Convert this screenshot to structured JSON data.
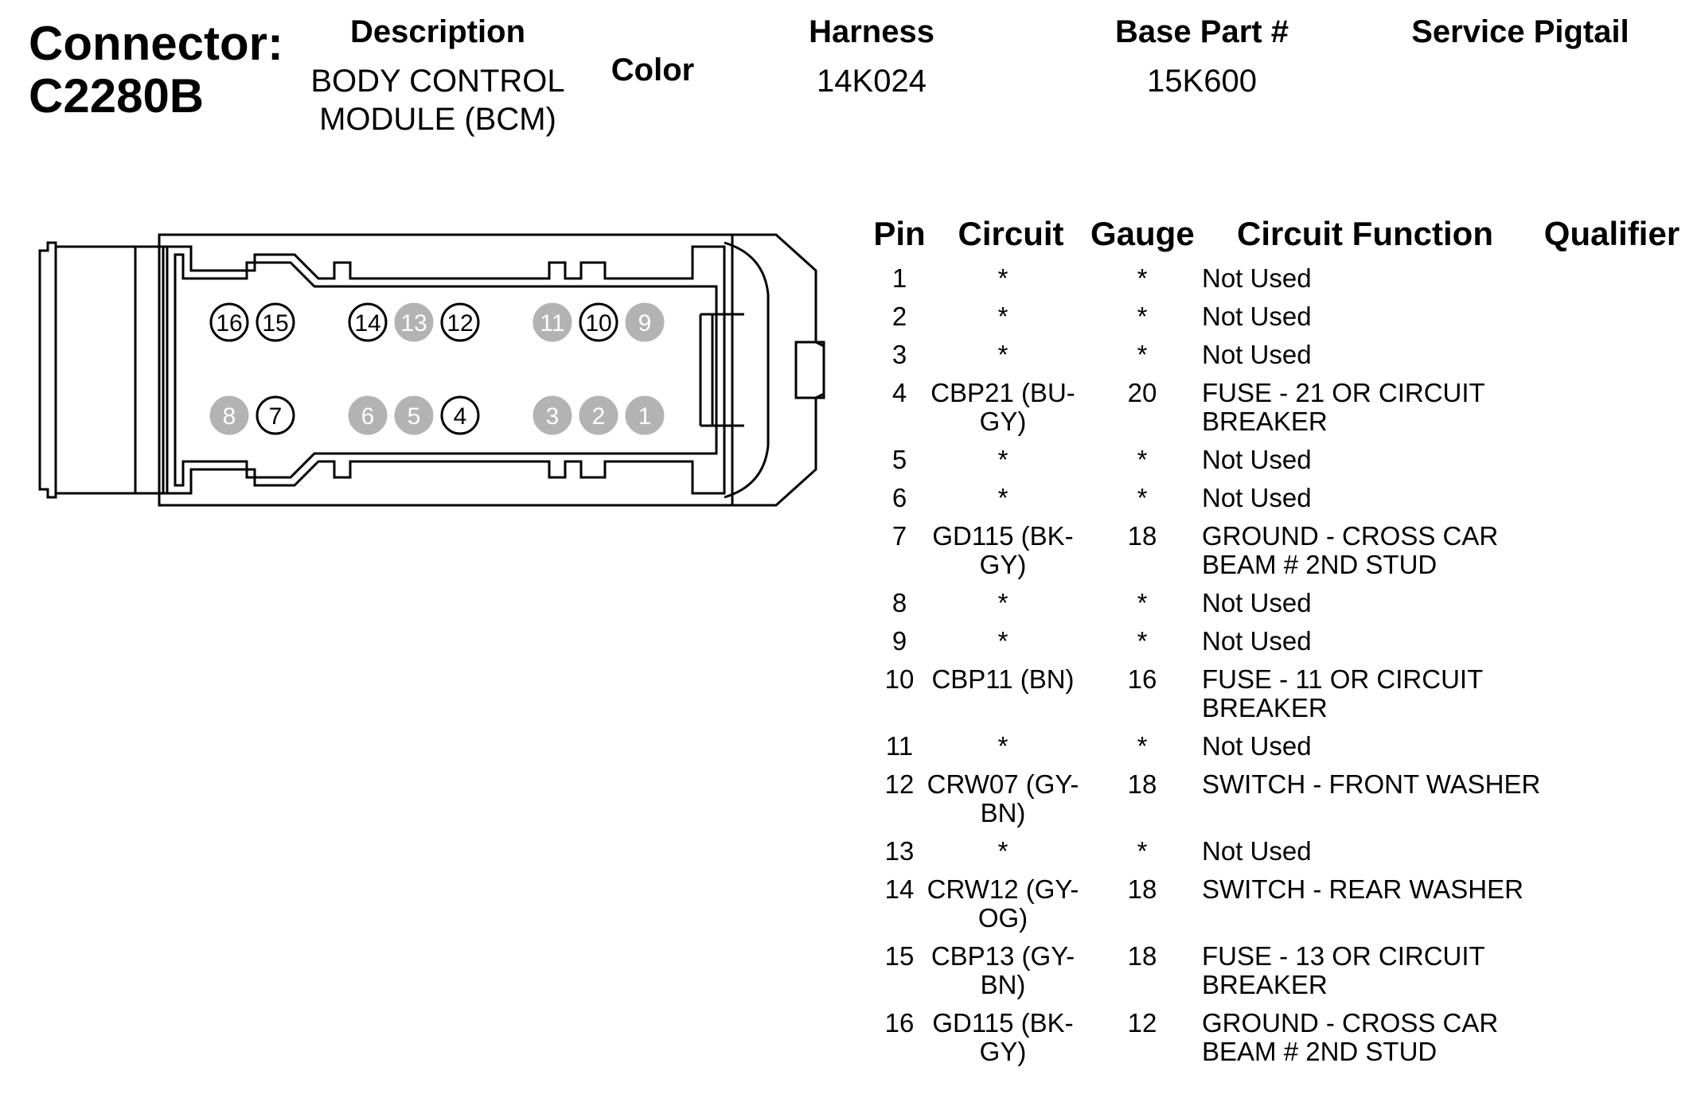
{
  "header": {
    "connector_label": "Connector:",
    "connector_id": "C2280B",
    "description_label": "Description",
    "description_value": "BODY CONTROL MODULE (BCM)",
    "color_label": "Color",
    "harness_label": "Harness",
    "harness_value": "14K024",
    "base_part_label": "Base Part #",
    "base_part_value": "15K600",
    "service_pigtail_label": "Service Pigtail"
  },
  "table": {
    "headers": [
      "Pin",
      "Circuit",
      "Gauge",
      "Circuit Function",
      "Qualifier"
    ],
    "rows": [
      {
        "pin": "1",
        "circuit": "*",
        "gauge": "*",
        "function": "Not Used",
        "qualifier": ""
      },
      {
        "pin": "2",
        "circuit": "*",
        "gauge": "*",
        "function": "Not Used",
        "qualifier": ""
      },
      {
        "pin": "3",
        "circuit": "*",
        "gauge": "*",
        "function": "Not Used",
        "qualifier": ""
      },
      {
        "pin": "4",
        "circuit": "CBP21 (BU-GY)",
        "gauge": "20",
        "function": "FUSE - 21 OR CIRCUIT BREAKER",
        "qualifier": ""
      },
      {
        "pin": "5",
        "circuit": "*",
        "gauge": "*",
        "function": "Not Used",
        "qualifier": ""
      },
      {
        "pin": "6",
        "circuit": "*",
        "gauge": "*",
        "function": "Not Used",
        "qualifier": ""
      },
      {
        "pin": "7",
        "circuit": "GD115 (BK-GY)",
        "gauge": "18",
        "function": "GROUND - CROSS CAR BEAM # 2ND STUD",
        "qualifier": ""
      },
      {
        "pin": "8",
        "circuit": "*",
        "gauge": "*",
        "function": "Not Used",
        "qualifier": ""
      },
      {
        "pin": "9",
        "circuit": "*",
        "gauge": "*",
        "function": "Not Used",
        "qualifier": ""
      },
      {
        "pin": "10",
        "circuit": "CBP11 (BN)",
        "gauge": "16",
        "function": "FUSE - 11 OR CIRCUIT BREAKER",
        "qualifier": ""
      },
      {
        "pin": "11",
        "circuit": "*",
        "gauge": "*",
        "function": "Not Used",
        "qualifier": ""
      },
      {
        "pin": "12",
        "circuit": "CRW07 (GY-BN)",
        "gauge": "18",
        "function": "SWITCH - FRONT WASHER",
        "qualifier": ""
      },
      {
        "pin": "13",
        "circuit": "*",
        "gauge": "*",
        "function": "Not Used",
        "qualifier": ""
      },
      {
        "pin": "14",
        "circuit": "CRW12 (GY-OG)",
        "gauge": "18",
        "function": "SWITCH - REAR WASHER",
        "qualifier": ""
      },
      {
        "pin": "15",
        "circuit": "CBP13 (GY-BN)",
        "gauge": "18",
        "function": "FUSE - 13 OR CIRCUIT BREAKER",
        "qualifier": ""
      },
      {
        "pin": "16",
        "circuit": "GD115 (BK-GY)",
        "gauge": "12",
        "function": "GROUND - CROSS CAR BEAM # 2ND STUD",
        "qualifier": ""
      }
    ]
  },
  "connector": {
    "colors": {
      "used": "#ffffff",
      "unused": "#b3b3b3",
      "outline": "#000000"
    },
    "top_row": [
      {
        "label": "16",
        "used": true
      },
      {
        "label": "15",
        "used": true
      },
      {
        "label": "14",
        "used": true
      },
      {
        "label": "13",
        "used": false
      },
      {
        "label": "12",
        "used": true
      },
      {
        "label": "11",
        "used": false
      },
      {
        "label": "10",
        "used": true
      },
      {
        "label": "9",
        "used": false
      }
    ],
    "bottom_row": [
      {
        "label": "8",
        "used": false
      },
      {
        "label": "7",
        "used": true
      },
      {
        "label": "6",
        "used": false
      },
      {
        "label": "5",
        "used": false
      },
      {
        "label": "4",
        "used": true
      },
      {
        "label": "3",
        "used": false
      },
      {
        "label": "2",
        "used": false
      },
      {
        "label": "1",
        "used": false
      }
    ]
  }
}
